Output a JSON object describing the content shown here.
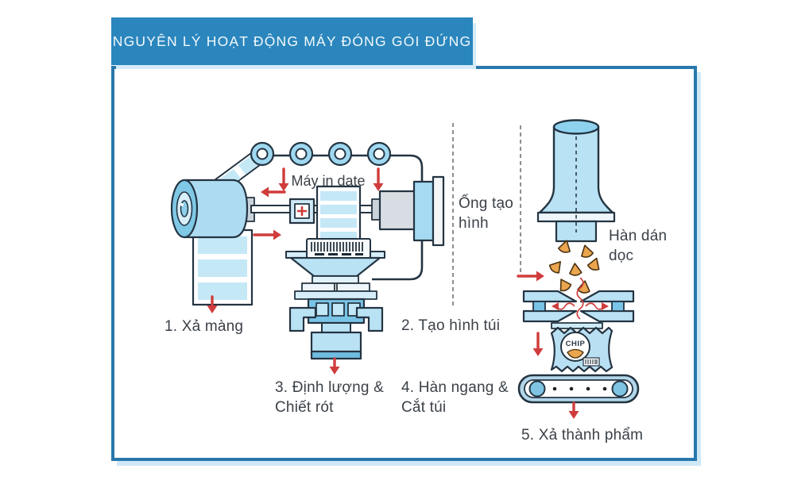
{
  "title": "NGUYÊN LÝ HOẠT ĐỘNG MÁY ĐÓNG GÓI ĐỨNG",
  "annotations": {
    "printer": "Máy in date",
    "forming_tube_line1": "Ống tạo",
    "forming_tube_line2": "hình",
    "vertical_seal_line1": "Hàn dán",
    "vertical_seal_line2": "dọc"
  },
  "steps": {
    "step1": "1. Xả màng",
    "step2": "2. Tạo hình túi",
    "step3_line1": "3. Định lượng &",
    "step3_line2": "Chiết rót",
    "step4_line1": "4. Hàn ngang &",
    "step4_line2": "Cắt túi",
    "step5": "5. Xả thành phẩm"
  },
  "bag": {
    "brand": "CHIP"
  },
  "colors": {
    "banner_blue": "#2b86bd",
    "frame_border": "#2878ad",
    "outline_dark": "#243442",
    "machine_light_blue": "#b9e2f4",
    "machine_mid_blue": "#79c3e6",
    "film_strip_blue": "#c5e8f7",
    "arrow_red": "#d03c3c",
    "chip_orange": "#eaa54e",
    "label_text": "#3b4148",
    "dash_grey": "#6d757b"
  }
}
